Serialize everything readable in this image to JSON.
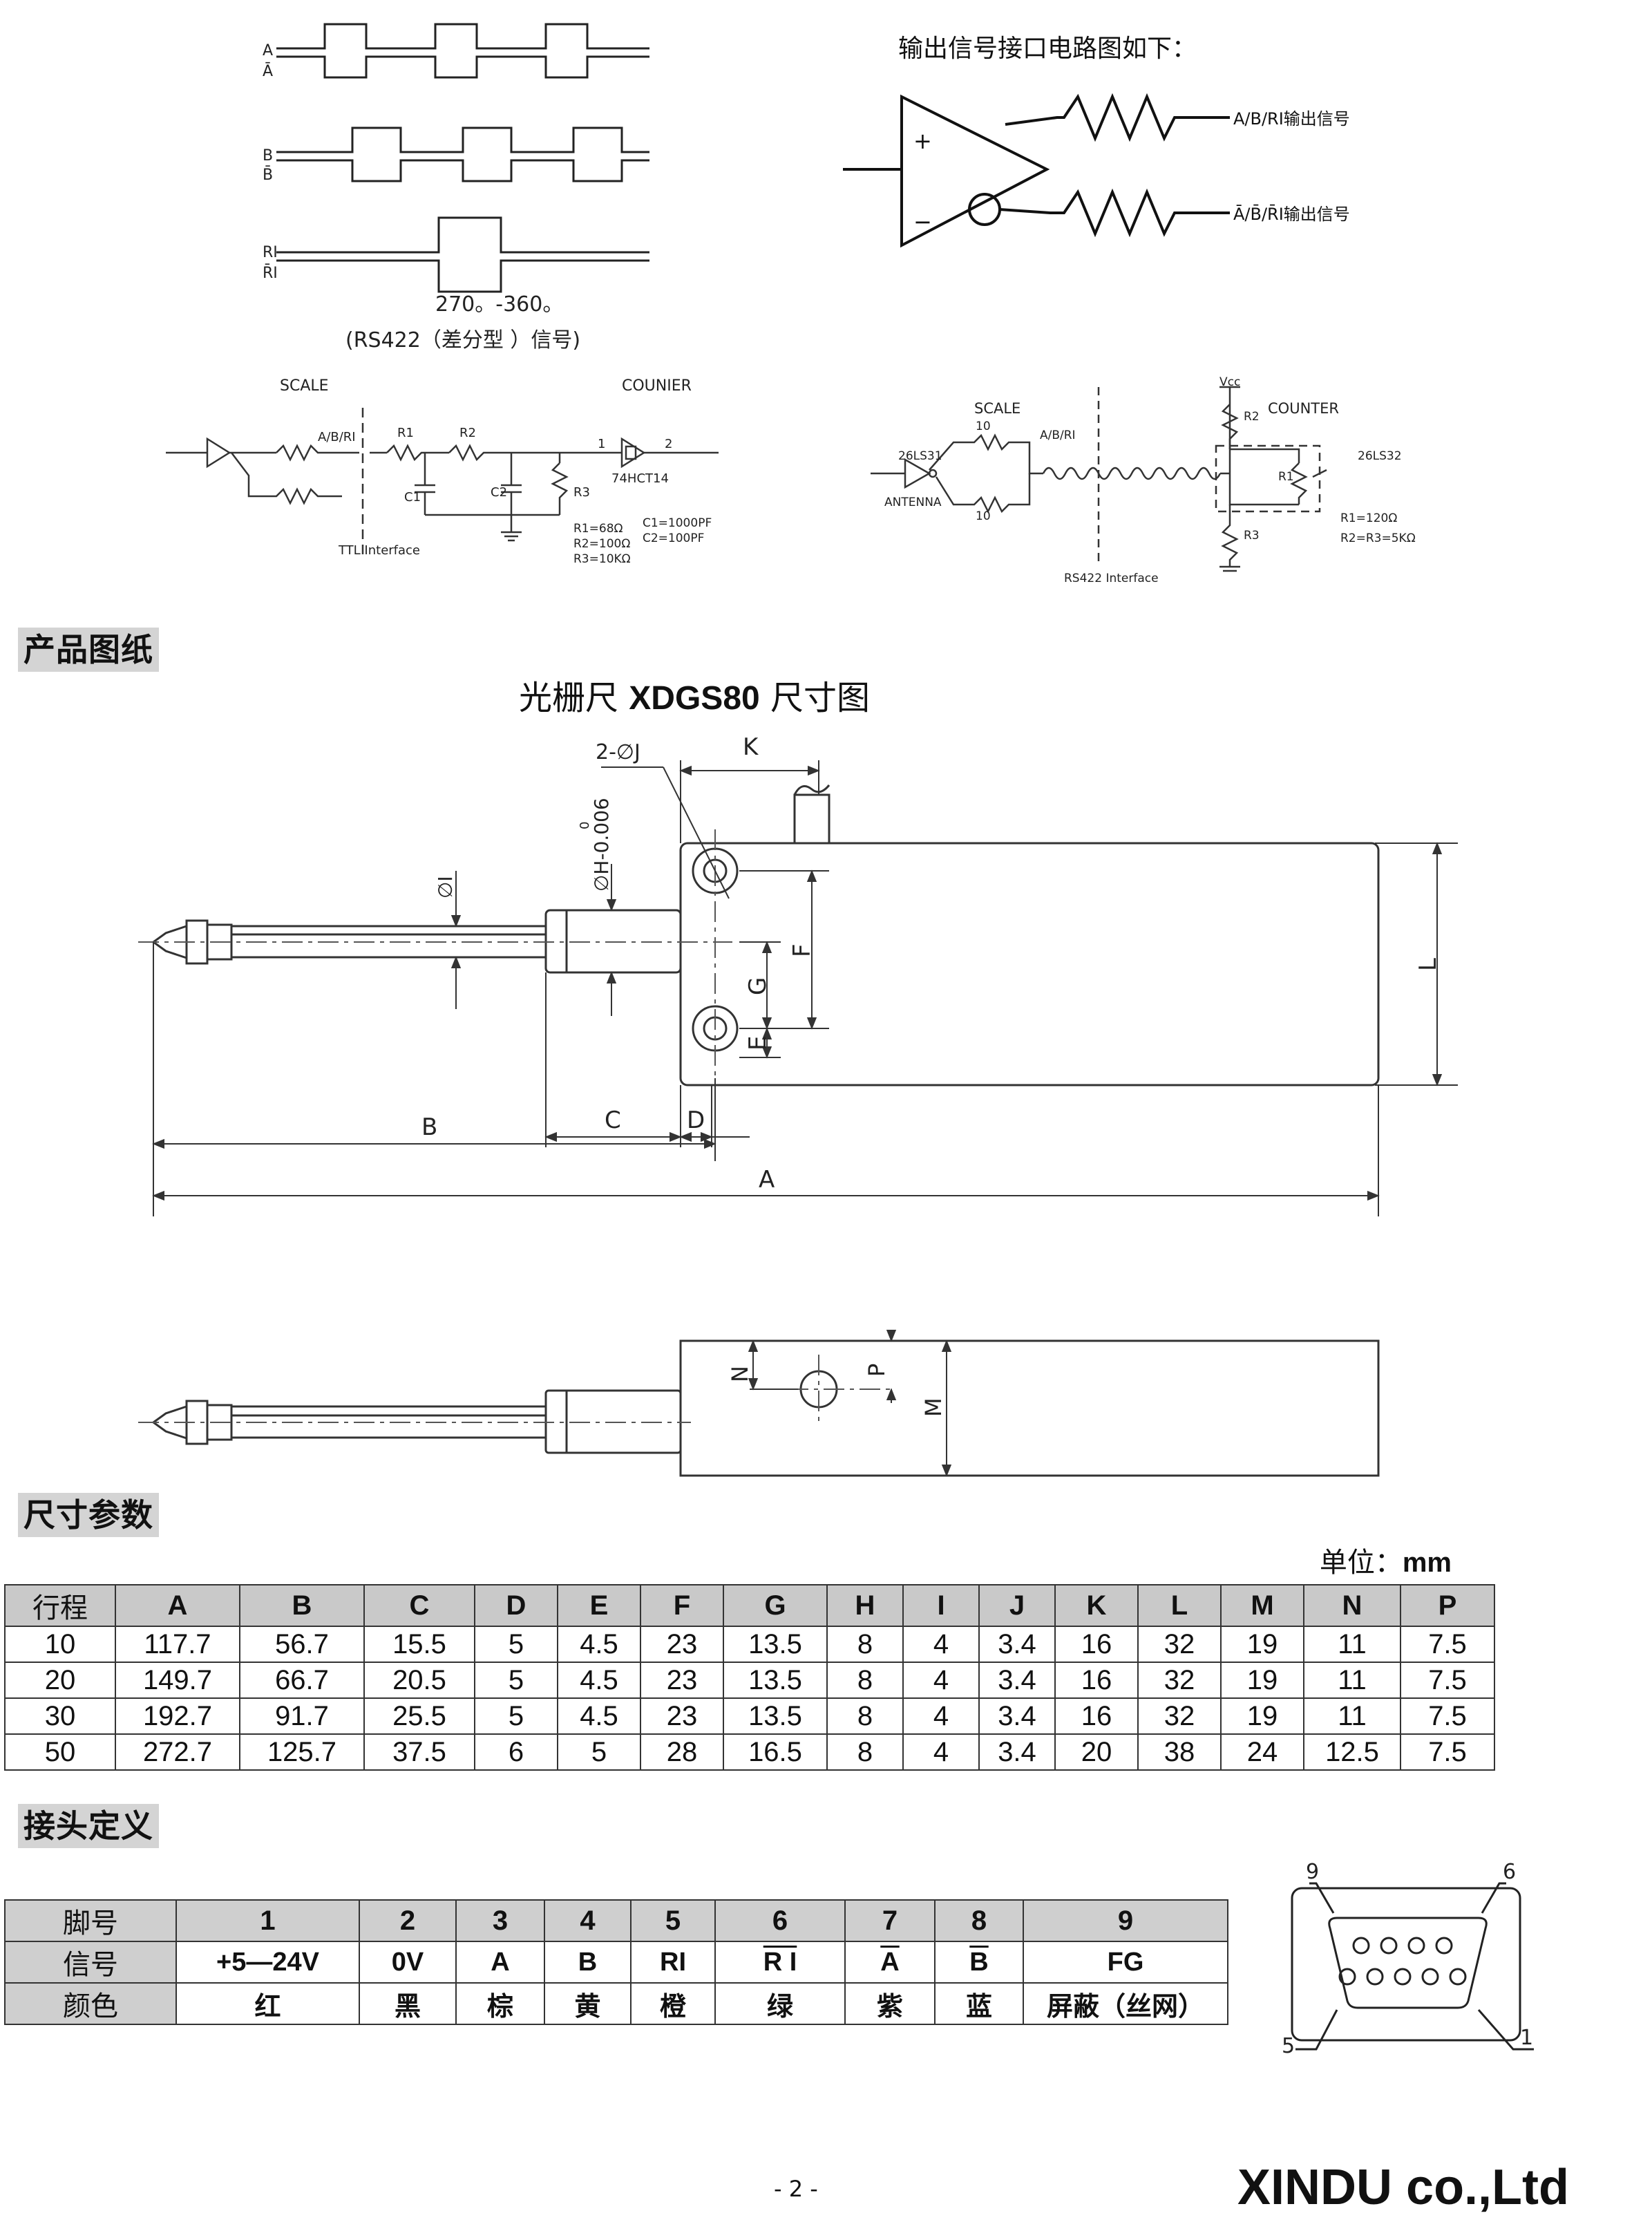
{
  "signals": {
    "wave_labels": [
      "A",
      "Ā",
      "B",
      "B̄",
      "RI",
      "R̄I"
    ],
    "phase": "270。-360。",
    "caption": "(RS422（差分型 ）信号)"
  },
  "output_circuit": {
    "title": "输出信号接口电路图如下：",
    "plus": "+",
    "minus": "−",
    "out_pos": "A/B/RI输出信号",
    "out_neg": "Ā/B̄/R̄I输出信号"
  },
  "ttl_circuit": {
    "scale": "SCALE",
    "counter": "COUNIER",
    "bus": "A/B/RI",
    "r1": "R1",
    "r2": "R2",
    "r3": "R3",
    "c1": "C1",
    "c2": "C2",
    "pin1": "1",
    "pin2": "2",
    "chip": "74HCT14",
    "interface": "TTL Interface",
    "values_left": [
      "R1=68Ω",
      "R2=100Ω",
      "R3=10KΩ"
    ],
    "values_right": [
      "C1=1000PF",
      "C2=100PF"
    ]
  },
  "rs422_circuit": {
    "scale": "SCALE",
    "counter": "COUNTER",
    "vcc": "Vcc",
    "chip_left": "26LS31",
    "chip_right": "26LS32",
    "antenna": "ANTENNA",
    "bus": "A/B/RI",
    "r2": "R2",
    "r3": "R3",
    "r1": "R1",
    "n10a": "10",
    "n10b": "10",
    "interface": "RS422 Interface",
    "values": [
      "R1=120Ω",
      "R2=R3=5KΩ"
    ]
  },
  "section_drawing": "产品图纸",
  "drawing": {
    "title_prefix": "光栅尺 ",
    "title_model": "XDGS80",
    "title_suffix": " 尺寸图",
    "labels": {
      "K": "K",
      "J": "2-∅J",
      "H": "∅H-0.006",
      "H0": "0",
      "I": "∅I",
      "F": "F",
      "G": "G",
      "E": "E",
      "L": "L",
      "C": "C",
      "D": "D",
      "B": "B",
      "A": "A",
      "N": "N",
      "P": "P",
      "M": "M"
    }
  },
  "section_dims": "尺寸参数",
  "unit_label": "单位：",
  "unit_value": "mm",
  "dims_table": {
    "headers": [
      "行程",
      "A",
      "B",
      "C",
      "D",
      "E",
      "F",
      "G",
      "H",
      "I",
      "J",
      "K",
      "L",
      "M",
      "N",
      "P"
    ],
    "rows": [
      [
        "10",
        "117.7",
        "56.7",
        "15.5",
        "5",
        "4.5",
        "23",
        "13.5",
        "8",
        "4",
        "3.4",
        "16",
        "32",
        "19",
        "11",
        "7.5"
      ],
      [
        "20",
        "149.7",
        "66.7",
        "20.5",
        "5",
        "4.5",
        "23",
        "13.5",
        "8",
        "4",
        "3.4",
        "16",
        "32",
        "19",
        "11",
        "7.5"
      ],
      [
        "30",
        "192.7",
        "91.7",
        "25.5",
        "5",
        "4.5",
        "23",
        "13.5",
        "8",
        "4",
        "3.4",
        "16",
        "32",
        "19",
        "11",
        "7.5"
      ],
      [
        "50",
        "272.7",
        "125.7",
        "37.5",
        "6",
        "5",
        "28",
        "16.5",
        "8",
        "4",
        "3.4",
        "20",
        "38",
        "24",
        "12.5",
        "7.5"
      ]
    ]
  },
  "section_connector": "接头定义",
  "pin_table": {
    "header_label": "脚号",
    "pins": [
      "1",
      "2",
      "3",
      "4",
      "5",
      "6",
      "7",
      "8",
      "9"
    ],
    "signal_label": "信号",
    "signals": [
      "+5—24V",
      "0V",
      "A",
      "B",
      "RI",
      "R I",
      "A",
      "B",
      "FG"
    ],
    "color_label": "颜色",
    "colors": [
      "红",
      "黑",
      "棕",
      "黄",
      "橙",
      "绿",
      "紫",
      "蓝",
      "屏蔽（丝网）"
    ]
  },
  "connector": {
    "pin9": "9",
    "pin6": "6",
    "pin5": "5",
    "pin1": "1"
  },
  "footer": {
    "page": "- 2 -",
    "company": "XINDU co.,Ltd"
  }
}
